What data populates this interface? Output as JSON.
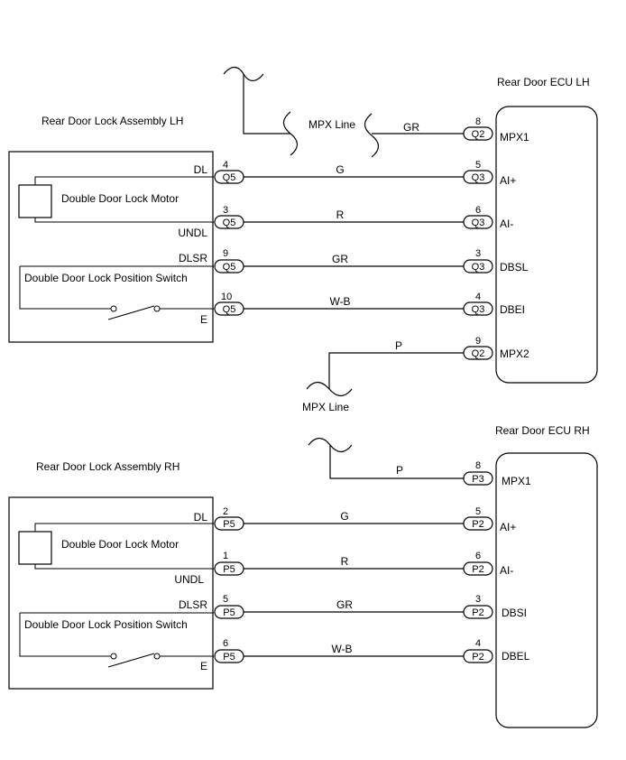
{
  "lh": {
    "assembly_title": "Rear Door Lock Assembly LH",
    "ecu_title": "Rear Door ECU LH",
    "motor_label": "Double Door Lock Motor",
    "switch_label": "Double Door Lock Position Switch",
    "mpx_line_top": "MPX Line",
    "mpx_line_bottom": "MPX Line",
    "mpx_top": {
      "color": "GR",
      "pin": "8",
      "connector": "Q2",
      "terminal": "MPX1"
    },
    "mpx_bottom": {
      "color": "P",
      "pin": "9",
      "connector": "Q2",
      "terminal": "MPX2"
    },
    "wires": [
      {
        "left_term": "DL",
        "left_pin": "4",
        "left_conn": "Q5",
        "color": "G",
        "right_pin": "5",
        "right_conn": "Q3",
        "right_term": "AI+"
      },
      {
        "left_term": "UNDL",
        "left_pin": "3",
        "left_conn": "Q5",
        "color": "R",
        "right_pin": "6",
        "right_conn": "Q3",
        "right_term": "AI-"
      },
      {
        "left_term": "DLSR",
        "left_pin": "9",
        "left_conn": "Q5",
        "color": "GR",
        "right_pin": "3",
        "right_conn": "Q3",
        "right_term": "DBSL"
      },
      {
        "left_term": "E",
        "left_pin": "10",
        "left_conn": "Q5",
        "color": "W-B",
        "right_pin": "4",
        "right_conn": "Q3",
        "right_term": "DBEI"
      }
    ]
  },
  "rh": {
    "assembly_title": "Rear Door Lock Assembly RH",
    "ecu_title": "Rear Door ECU RH",
    "motor_label": "Double Door Lock Motor",
    "switch_label": "Double Door Lock Position Switch",
    "mpx_top": {
      "color": "P",
      "pin": "8",
      "connector": "P3",
      "terminal": "MPX1"
    },
    "wires": [
      {
        "left_term": "DL",
        "left_pin": "2",
        "left_conn": "P5",
        "color": "G",
        "right_pin": "5",
        "right_conn": "P2",
        "right_term": "AI+"
      },
      {
        "left_term": "UNDL",
        "left_pin": "1",
        "left_conn": "P5",
        "color": "R",
        "right_pin": "6",
        "right_conn": "P2",
        "right_term": "AI-"
      },
      {
        "left_term": "DLSR",
        "left_pin": "5",
        "left_conn": "P5",
        "color": "GR",
        "right_pin": "3",
        "right_conn": "P2",
        "right_term": "DBSI"
      },
      {
        "left_term": "E",
        "left_pin": "6",
        "left_conn": "P5",
        "color": "W-B",
        "right_pin": "4",
        "right_conn": "P2",
        "right_term": "DBEL"
      }
    ]
  }
}
